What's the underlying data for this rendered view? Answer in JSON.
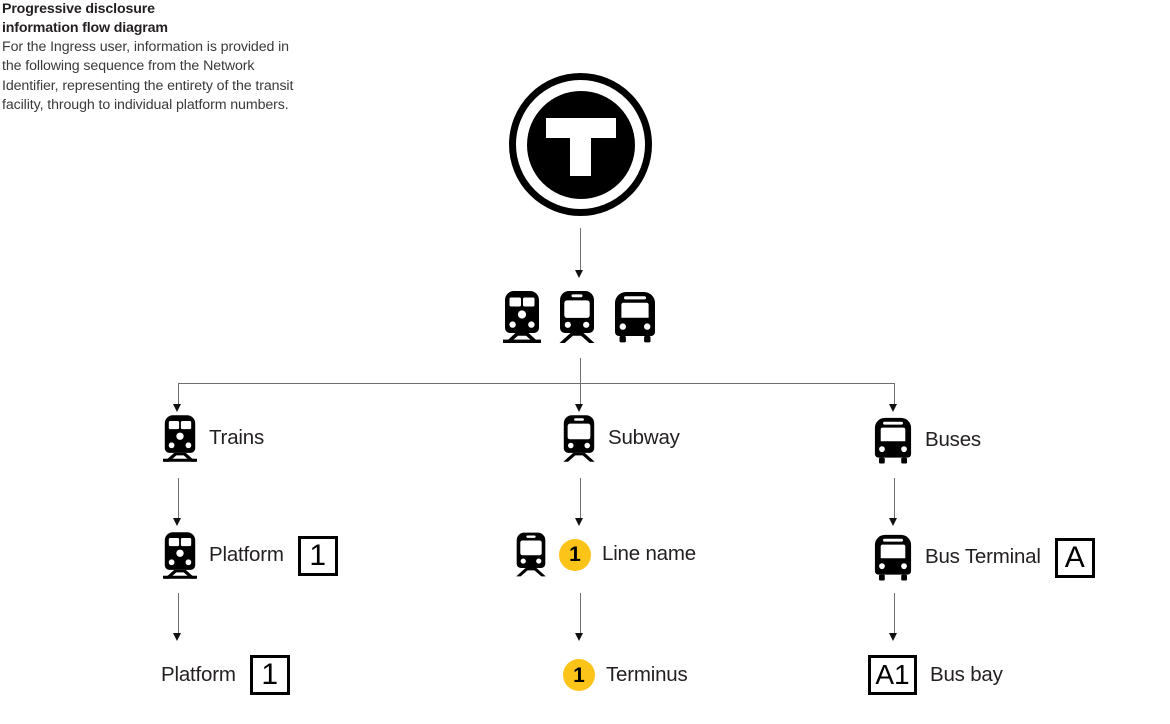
{
  "caption": {
    "title_line1": "Progressive disclosure",
    "title_line2": "information flow diagram",
    "body": "For the Ingress user, information is provided in the following sequence from the Network Identifier, representing the entirety of the transit facility, through to individual platform numbers."
  },
  "colors": {
    "ink": "#231f20",
    "black": "#000000",
    "connector": "#6f6f6f",
    "line_yellow": "#fcc419",
    "background": "#ffffff"
  },
  "network_identifier": {
    "icon": "t-roundel-icon",
    "letter": "T"
  },
  "mode_strip": {
    "icons": [
      "train-icon",
      "subway-icon",
      "bus-icon"
    ]
  },
  "columns": [
    {
      "key": "trains",
      "mode": {
        "icon": "train-icon",
        "label": "Trains"
      },
      "detail": {
        "icon": "train-icon",
        "label": "Platform",
        "plate": "1"
      },
      "leaf": {
        "label": "Platform",
        "plate": "1"
      }
    },
    {
      "key": "subway",
      "mode": {
        "icon": "subway-icon",
        "label": "Subway"
      },
      "detail": {
        "icon": "subway-icon",
        "bullet": "1",
        "label": "Line name"
      },
      "leaf": {
        "bullet": "1",
        "label": "Terminus"
      }
    },
    {
      "key": "buses",
      "mode": {
        "icon": "bus-icon",
        "label": "Buses"
      },
      "detail": {
        "icon": "bus-icon",
        "label": "Bus Terminal",
        "plate": "A"
      },
      "leaf": {
        "plate": "A1",
        "label": "Bus bay"
      }
    }
  ]
}
